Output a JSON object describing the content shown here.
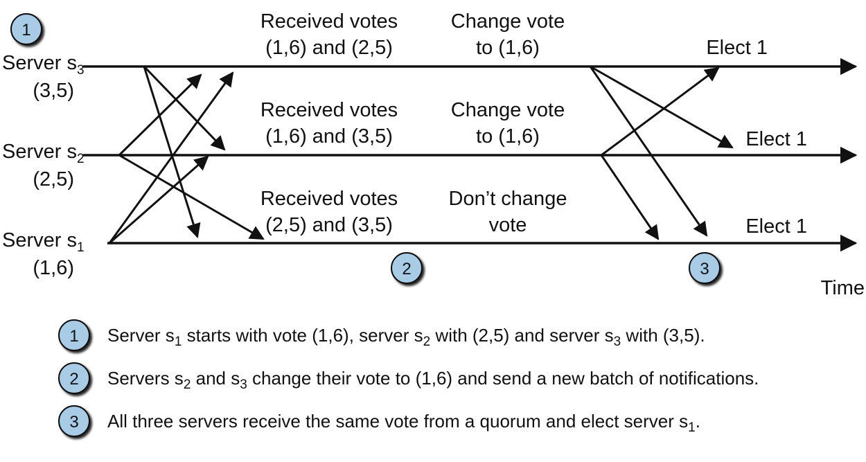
{
  "servers": [
    {
      "id": "s3",
      "name": "Server s",
      "sub": "3",
      "vote": "(3,5)"
    },
    {
      "id": "s2",
      "name": "Server s",
      "sub": "2",
      "vote": "(2,5)"
    },
    {
      "id": "s1",
      "name": "Server s",
      "sub": "1",
      "vote": "(1,6)"
    }
  ],
  "phase2": {
    "s3": {
      "received": [
        "Received votes",
        "(1,6) and (2,5)"
      ],
      "action": [
        "Change vote",
        "to (1,6)"
      ]
    },
    "s2": {
      "received": [
        "Received votes",
        "(1,6) and (3,5)"
      ],
      "action": [
        "Change vote",
        "to (1,6)"
      ]
    },
    "s1": {
      "received": [
        "Received votes",
        "(2,5) and (3,5)"
      ],
      "action": [
        "Don’t change",
        "vote"
      ]
    }
  },
  "elect": {
    "s3": "Elect 1",
    "s2": "Elect 1",
    "s1": "Elect 1"
  },
  "markers": {
    "m1": "1",
    "m2": "2",
    "m3": "3"
  },
  "time_label": "Time",
  "legend": [
    {
      "num": "1",
      "parts": [
        "Server s",
        "1",
        " starts with vote (1,6), server s",
        "2",
        " with (2,5) and server s",
        "3",
        " with (3,5)."
      ]
    },
    {
      "num": "2",
      "parts": [
        "Servers s",
        "2",
        " and s",
        "3",
        " change their vote to (1,6) and send a new batch of notifications."
      ]
    },
    {
      "num": "3",
      "parts": [
        "All three servers receive the same vote from a quorum and elect server s",
        "1",
        "."
      ]
    }
  ],
  "colors": {
    "marker_fill": "#a8cbe6",
    "line": "#111111"
  }
}
